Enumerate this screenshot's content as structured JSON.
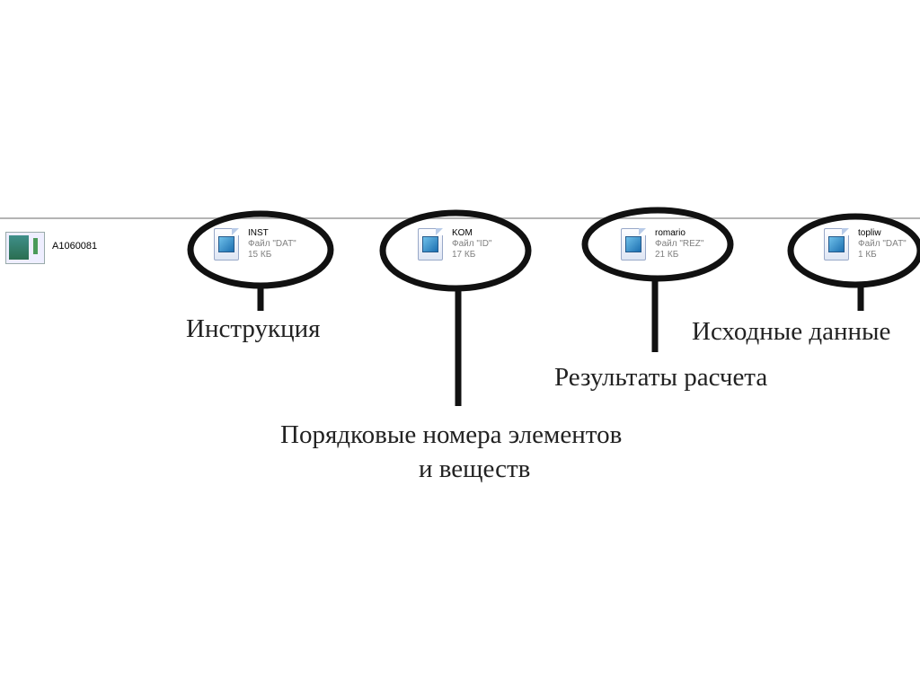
{
  "files": [
    {
      "name": "A1060081",
      "icon": "image-viewer-icon"
    },
    {
      "name": "INST",
      "type": "Файл \"DAT\"",
      "size": "15 КБ",
      "icon": "document-icon"
    },
    {
      "name": "KOM",
      "type": "Файл \"ID\"",
      "size": "17 КБ",
      "icon": "document-icon"
    },
    {
      "name": "romario",
      "type": "Файл \"REZ\"",
      "size": "21 КБ",
      "icon": "document-icon"
    },
    {
      "name": "topliw",
      "type": "Файл \"DAT\"",
      "size": "1 КБ",
      "icon": "document-icon"
    }
  ],
  "annotations": {
    "inst": "Инструкция",
    "kom_line1": "Порядковые номера элементов",
    "kom_line2": "и веществ",
    "romario": "Результаты расчета",
    "topliw": "Исходные данные"
  }
}
